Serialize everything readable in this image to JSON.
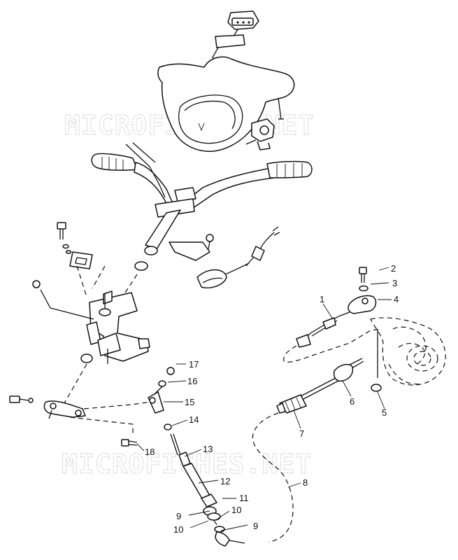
{
  "watermarks": [
    "MICROFICHES.NET",
    "MICROFICHES.NET"
  ],
  "callouts": [
    {
      "id": "1",
      "text": "1"
    },
    {
      "id": "2",
      "text": "2"
    },
    {
      "id": "3",
      "text": "3"
    },
    {
      "id": "4",
      "text": "4"
    },
    {
      "id": "5",
      "text": "5"
    },
    {
      "id": "6",
      "text": "6"
    },
    {
      "id": "7",
      "text": "7"
    },
    {
      "id": "8",
      "text": "8"
    },
    {
      "id": "9a",
      "text": "9"
    },
    {
      "id": "9b",
      "text": "9"
    },
    {
      "id": "10a",
      "text": "10"
    },
    {
      "id": "10b",
      "text": "10"
    },
    {
      "id": "11",
      "text": "11"
    },
    {
      "id": "12",
      "text": "12"
    },
    {
      "id": "13",
      "text": "13"
    },
    {
      "id": "14",
      "text": "14"
    },
    {
      "id": "15",
      "text": "15"
    },
    {
      "id": "16",
      "text": "16"
    },
    {
      "id": "17",
      "text": "17"
    },
    {
      "id": "18",
      "text": "18"
    }
  ]
}
